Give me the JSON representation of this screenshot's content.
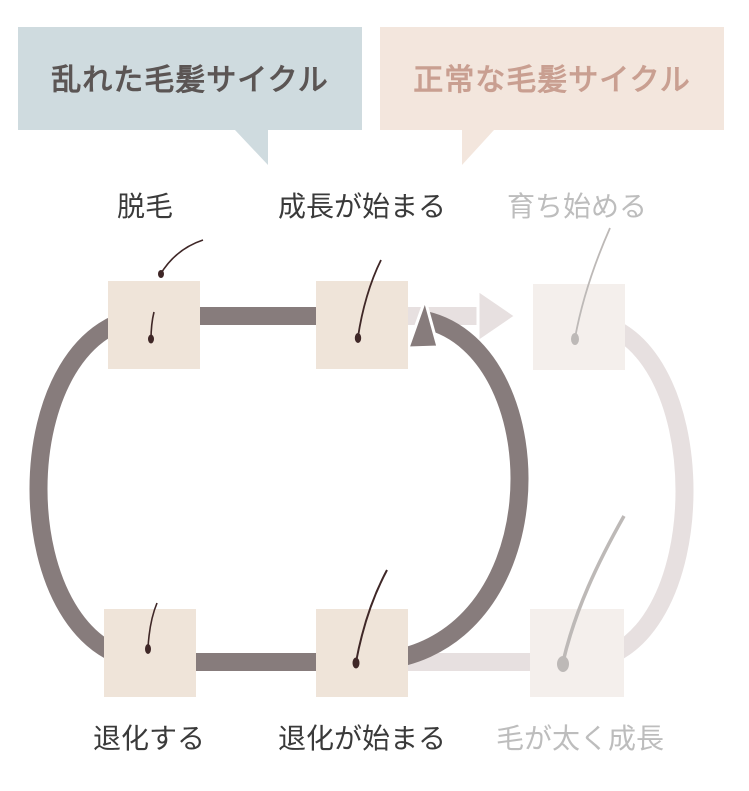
{
  "colors": {
    "disordered_callout_bg": "#cfdbdf",
    "disordered_callout_text": "#5b5554",
    "normal_callout_bg": "#f3e6dd",
    "normal_callout_text": "#c99f91",
    "disordered_loop": "#877c7c",
    "normal_loop": "#e7e0e0",
    "skin_box": "#efe4d9",
    "skin_box_faded": "#f4efec",
    "hair_dark": "#3f2727",
    "hair_faded": "#bdb9b7",
    "label_dark": "#3a3a3a",
    "label_faded": "#bdbdbd"
  },
  "callouts": {
    "disordered": "乱れた毛髪サイクル",
    "normal": "正常な毛髪サイクル"
  },
  "labels": {
    "shedding": "脱毛",
    "growth_starts": "成長が始まる",
    "starts_growing": "育ち始める",
    "regressing": "退化する",
    "regression_starts": "退化が始まる",
    "grows_thick": "毛が太く成長"
  }
}
